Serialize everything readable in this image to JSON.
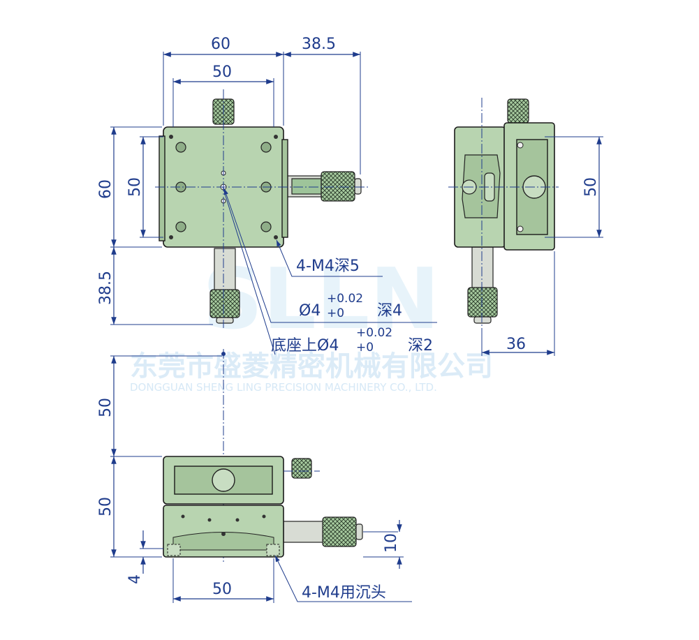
{
  "watermark": {
    "logo": "SLLN",
    "company_cn": "东莞市盛菱精密机械有限公司",
    "company_en": "DONGGUAN SHENG LING PRECISION MACHINERY CO., LTD."
  },
  "top_view": {
    "dim_width_outer": "60",
    "dim_width_inner": "50",
    "dim_micrometer_x": "38.5",
    "dim_height_outer": "60",
    "dim_height_inner": "50",
    "dim_micrometer_y": "38.5"
  },
  "notes": {
    "tapped_hole": "4-M4深5",
    "pin_hole_dia": "Ø4",
    "pin_hole_tol_upper": "+0.02",
    "pin_hole_tol_lower": "+0",
    "pin_hole_depth": "深4",
    "base_pin_prefix": "底座上Ø4",
    "base_pin_tol_upper": "+0.02",
    "base_pin_tol_lower": "+0",
    "base_pin_depth": "深2",
    "counterbore": "4-M4用沉头"
  },
  "side_view": {
    "dim_height": "50",
    "dim_micrometer": "36"
  },
  "front_view": {
    "dim_upper_height": "50",
    "dim_lower_height": "50",
    "dim_base_offset": "4",
    "dim_micrometer_height": "10",
    "dim_base_width": "50"
  },
  "colors": {
    "dimension_blue": "#1f3c8c",
    "stage_green": "#b8d4b0",
    "watermark_blue": "#cfe5f5"
  }
}
